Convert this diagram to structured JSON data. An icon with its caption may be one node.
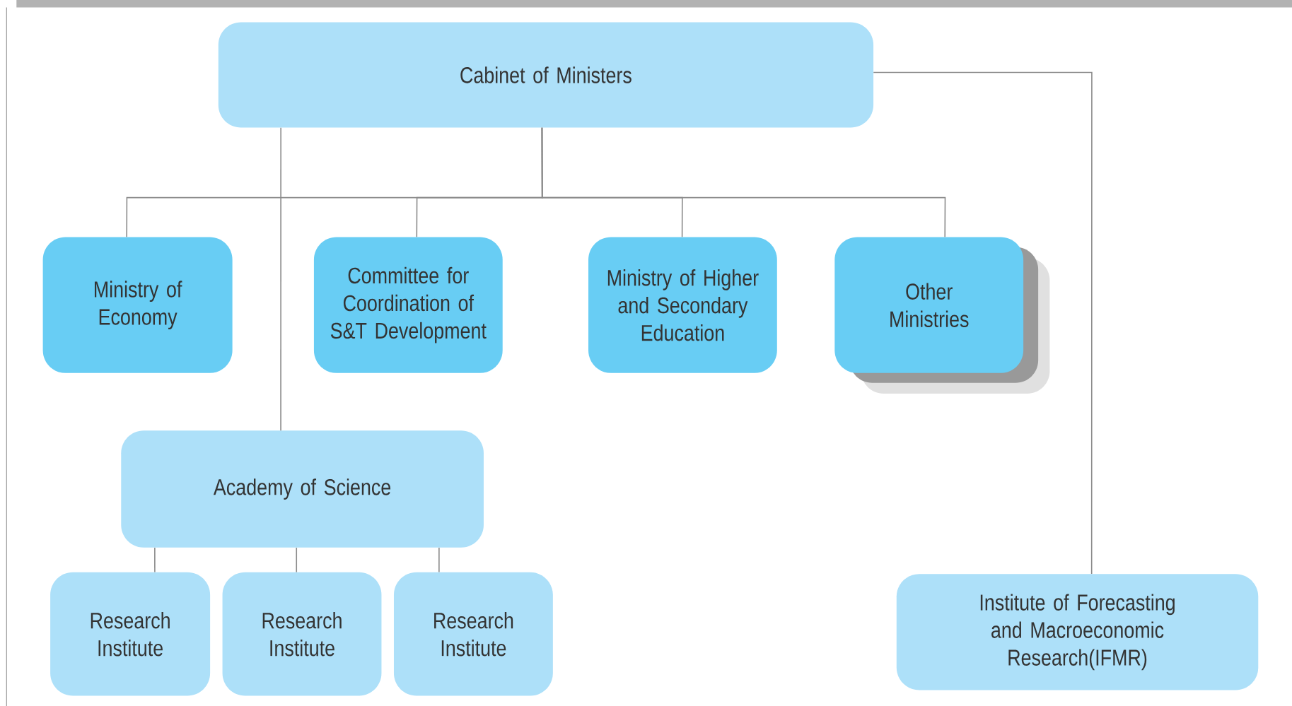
{
  "diagram": {
    "nodes": [
      {
        "text": [
          "Cabinet of Ministers"
        ]
      },
      {
        "text": [
          "Ministry of Economy"
        ]
      },
      {
        "text": [
          "Committee for Coordination of S&T Development"
        ]
      },
      {
        "text": [
          "Ministry of Higher and Secondary Education"
        ]
      },
      {
        "text": [
          "Other Ministries"
        ]
      },
      {
        "text": [
          "Academy of Science"
        ]
      },
      {
        "text": [
          "Research Institute"
        ]
      },
      {
        "text": [
          "Research Institute"
        ]
      },
      {
        "text": [
          "Research Institute"
        ]
      },
      {
        "text": [
          "Institute of Forecasting and Macroeconomic Research(IFMR)"
        ]
      }
    ],
    "edges": [
      {
        "from": 0,
        "to": 1,
        "arrow": "none"
      },
      {
        "from": 0,
        "to": 2,
        "arrow": "none"
      },
      {
        "from": 0,
        "to": 3,
        "arrow": "none"
      },
      {
        "from": 0,
        "to": 4,
        "arrow": "none"
      },
      {
        "from": 0,
        "to": 5,
        "arrow": "none"
      },
      {
        "from": 0,
        "to": 9,
        "arrow": "none"
      },
      {
        "from": 5,
        "to": 6,
        "arrow": "none"
      },
      {
        "from": 5,
        "to": 7,
        "arrow": "none"
      },
      {
        "from": 5,
        "to": 8,
        "arrow": "none"
      }
    ]
  }
}
